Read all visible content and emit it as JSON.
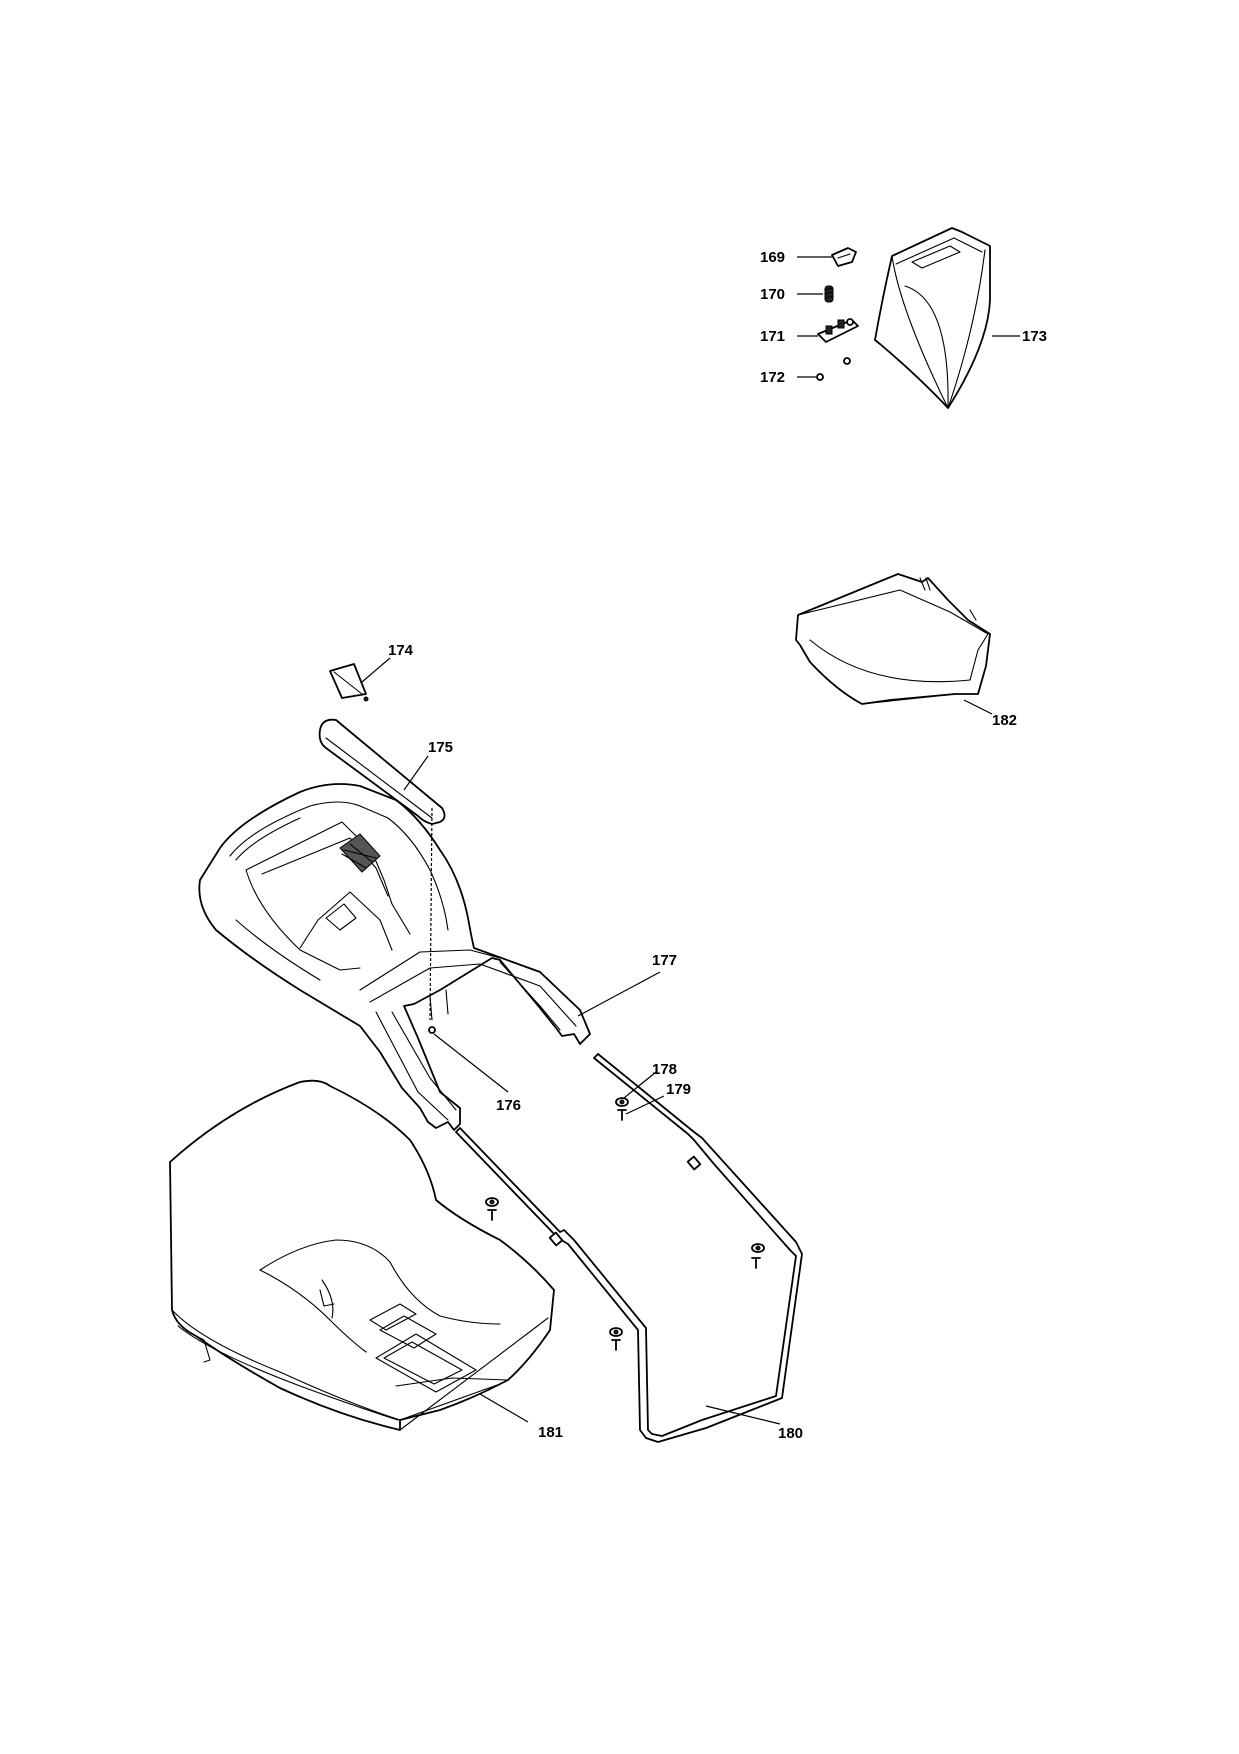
{
  "callouts": {
    "c169": "169",
    "c170": "170",
    "c171": "171",
    "c172": "172",
    "c173": "173",
    "c174": "174",
    "c175": "175",
    "c176": "176",
    "c177": "177",
    "c178": "178",
    "c179": "179",
    "c180": "180",
    "c181": "181",
    "c182": "182"
  }
}
